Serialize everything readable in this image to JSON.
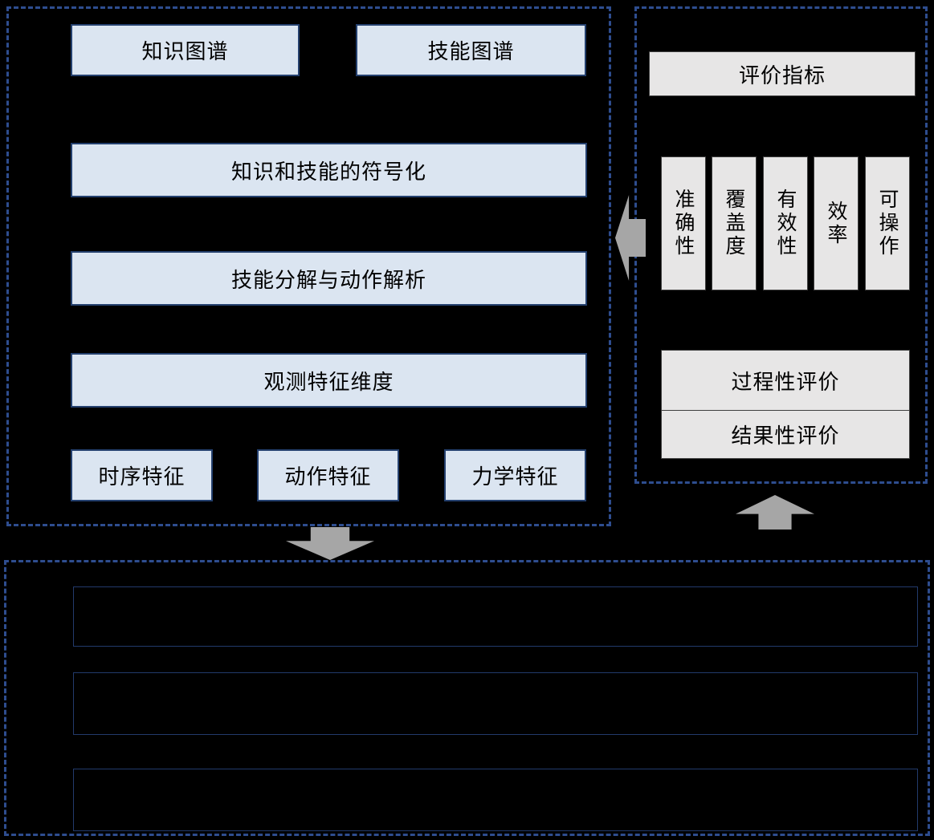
{
  "colors": {
    "background": "#000000",
    "panel_dashed_border": "#2e4d8f",
    "blue_box_fill": "#dbe5f1",
    "blue_box_border": "#24406e",
    "gray_box_fill": "#e7e6e6",
    "arrow_fill": "#a6a6a6",
    "empty_box_border": "#223a6b",
    "text": "#000000"
  },
  "left_panel": {
    "top_row": [
      "知识图谱",
      "技能图谱"
    ],
    "rows": [
      "知识和技能的符号化",
      "技能分解与动作解析",
      "观测特征维度"
    ],
    "feature_row": [
      "时序特征",
      "动作特征",
      "力学特征"
    ]
  },
  "right_panel": {
    "header": "评价指标",
    "metrics": [
      "准确性",
      "覆盖度",
      "有效性",
      "效率",
      "可操作"
    ],
    "evaluations": [
      "过程性评价",
      "结果性评价"
    ]
  },
  "bottom_panel": {
    "boxes": [
      "",
      "",
      ""
    ]
  },
  "icons": {
    "left_arrow": "block-arrow-left",
    "down_arrow": "block-arrow-down",
    "up_arrow": "block-arrow-up"
  }
}
